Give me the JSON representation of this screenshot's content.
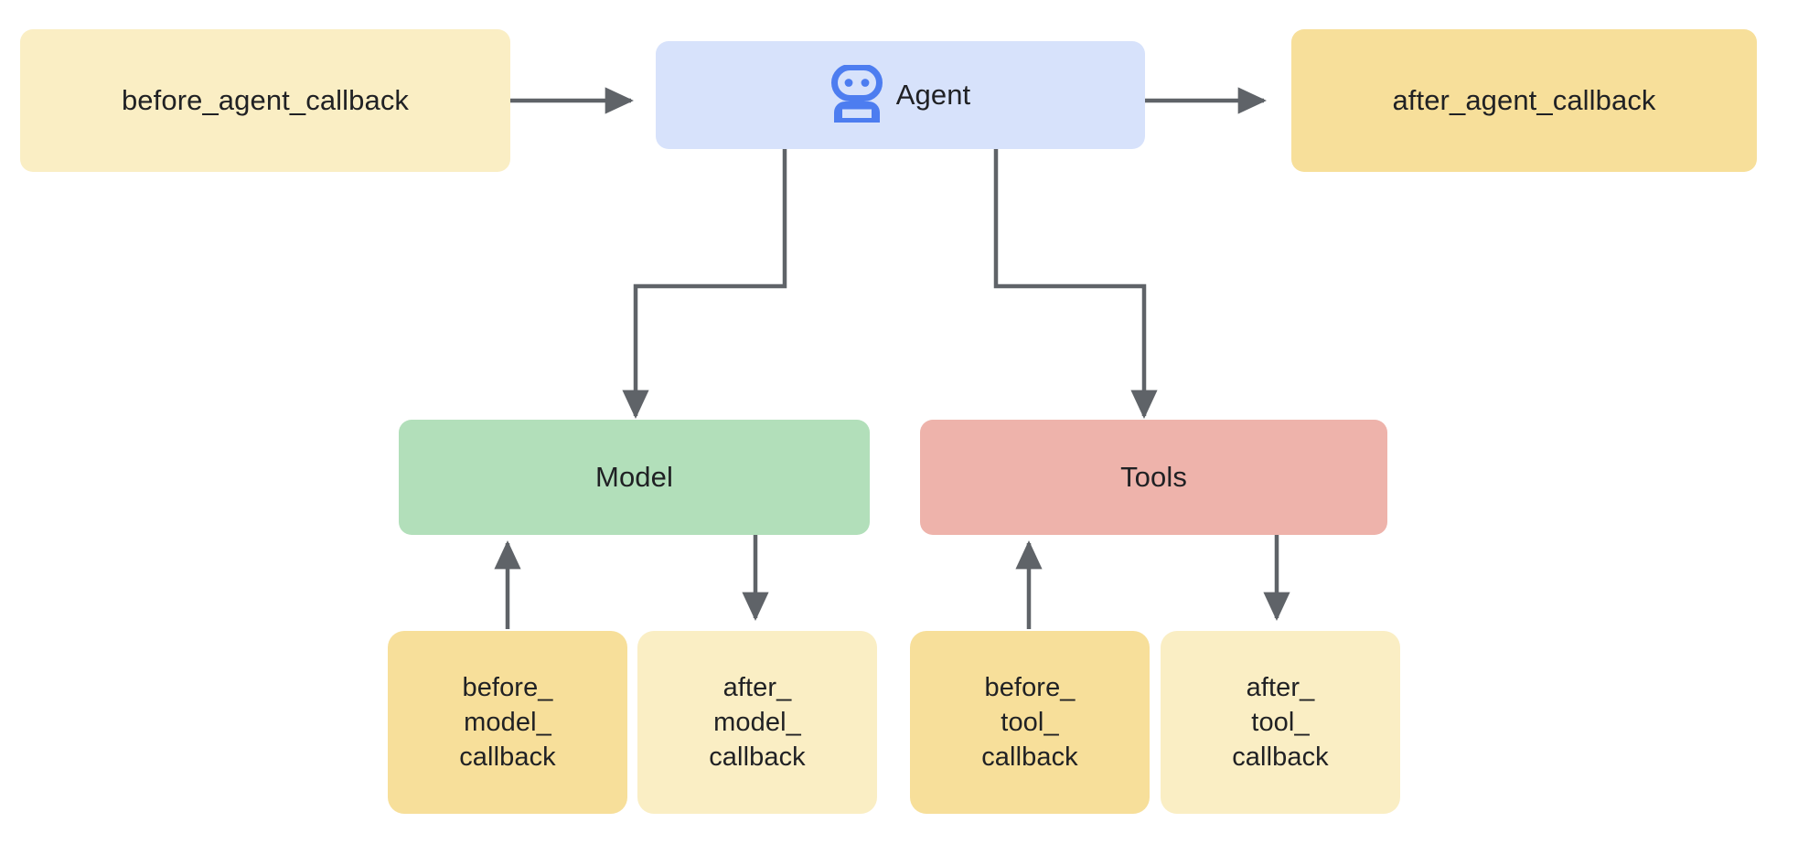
{
  "diagram": {
    "title": "Agent callback lifecycle",
    "background": "#ffffff",
    "edge_color": "#5f6368",
    "text_color": "#202124"
  },
  "colors": {
    "callback_light": "#faeec4",
    "callback_strong": "#f7df9a",
    "agent_blue": "#d7e2fb",
    "model_green": "#b2dfba",
    "tools_red": "#eeb3ab",
    "arrow_gray": "#5f6368",
    "icon_blue": "#4d7df0"
  },
  "nodes": {
    "before_agent": {
      "label": "before_agent_callback",
      "fill": "#faeec4"
    },
    "agent": {
      "label": "Agent",
      "fill": "#d7e2fb",
      "icon": "robot-icon"
    },
    "after_agent": {
      "label": "after_agent_callback",
      "fill": "#f7df9a"
    },
    "model": {
      "label": "Model",
      "fill": "#b2dfba"
    },
    "tools": {
      "label": "Tools",
      "fill": "#eeb3ab"
    },
    "before_model": {
      "label": "before_\nmodel_\ncallback",
      "fill": "#f7df9a"
    },
    "after_model": {
      "label": "after_\nmodel_\ncallback",
      "fill": "#faeec4"
    },
    "before_tool": {
      "label": "before_\ntool_\ncallback",
      "fill": "#f7df9a"
    },
    "after_tool": {
      "label": "after_\ntool_\ncallback",
      "fill": "#faeec4"
    }
  },
  "edges": [
    {
      "name": "before-agent-to-agent",
      "from": "before_agent",
      "to": "agent",
      "style": "straight-right"
    },
    {
      "name": "agent-to-after-agent",
      "from": "agent",
      "to": "after_agent",
      "style": "straight-right"
    },
    {
      "name": "agent-to-model",
      "from": "agent",
      "to": "model",
      "style": "orthogonal-down-left"
    },
    {
      "name": "agent-to-tools",
      "from": "agent",
      "to": "tools",
      "style": "orthogonal-down-right"
    },
    {
      "name": "before-model-to-model",
      "from": "before_model",
      "to": "model",
      "style": "straight-up"
    },
    {
      "name": "model-to-after-model",
      "from": "model",
      "to": "after_model",
      "style": "straight-down"
    },
    {
      "name": "before-tool-to-tools",
      "from": "before_tool",
      "to": "tools",
      "style": "straight-up"
    },
    {
      "name": "tools-to-after-tool",
      "from": "tools",
      "to": "after_tool",
      "style": "straight-down"
    }
  ]
}
